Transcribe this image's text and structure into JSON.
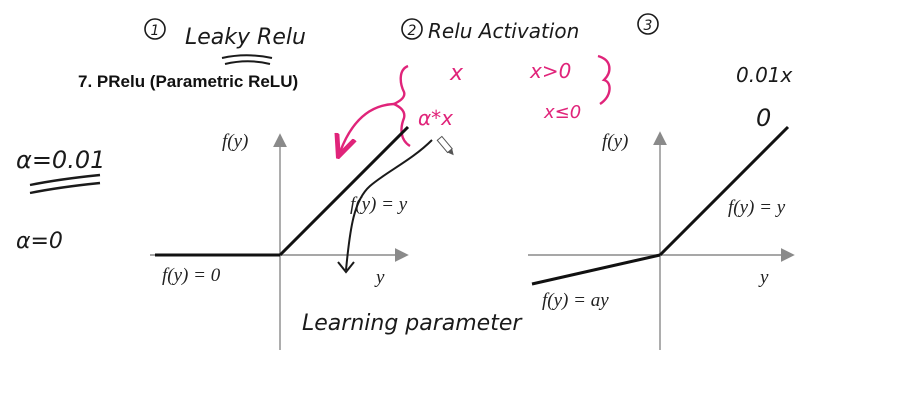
{
  "title": "7. PRelu (Parametric ReLU)",
  "handwriting": {
    "n1": "Leaky Relu",
    "n2": "Relu Activation",
    "num1": "1",
    "num2": "2",
    "num3": "3",
    "alpha_001": "α=0.01",
    "alpha_0": "α=0",
    "learning": "Learning parameter",
    "x": "x",
    "x_gt0": "x>0",
    "ax": "α*x",
    "x_le0": "x≤0",
    "o01x": "0.01x",
    "zero": "0"
  },
  "graph_left": {
    "y_axis_label": "f(y)",
    "x_axis_label": "y",
    "neg_label": "f(y) = 0",
    "pos_label": "f(y) = y"
  },
  "graph_right": {
    "y_axis_label": "f(y)",
    "x_axis_label": "y",
    "neg_label": "f(y) = ay",
    "pos_label": "f(y) = y"
  },
  "colors": {
    "ink": "#1a1a1a",
    "pink": "#e0247a",
    "axis": "#8a8a8a"
  }
}
